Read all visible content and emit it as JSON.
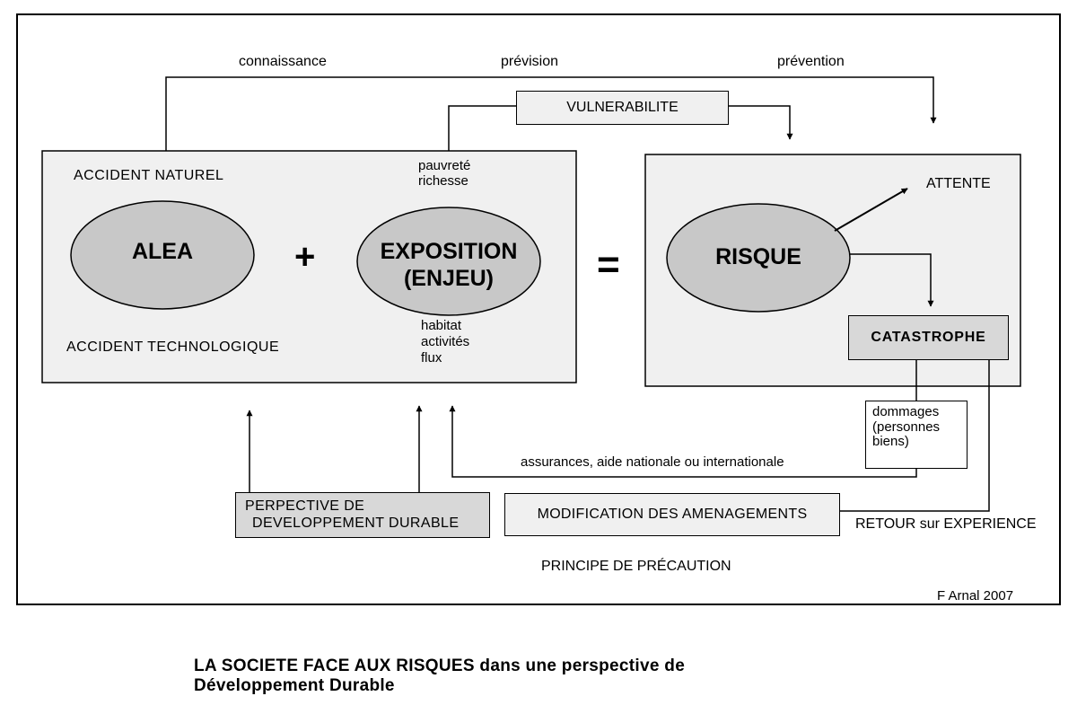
{
  "arrows": {
    "connaissance": "connaissance",
    "prevision": "prévision",
    "prevention": "prévention"
  },
  "vulnerabilite": "VULNERABILITE",
  "left_box": {
    "accident_naturel": "ACCIDENT  NATUREL",
    "accident_technologique": "ACCIDENT  TECHNOLOGIQUE",
    "alea": "ALEA",
    "plus": "+",
    "exposition_line1": "EXPOSITION",
    "exposition_line2": "(ENJEU)",
    "top_notes": [
      "pauvreté",
      "richesse"
    ],
    "bottom_notes": [
      "habitat",
      "activités",
      "flux"
    ]
  },
  "equals": "=",
  "right_box": {
    "risque": "RISQUE",
    "attente": "ATTENTE",
    "catastrophe": "CATASTROPHE"
  },
  "dommages": [
    "dommages",
    "(personnes",
    "biens)"
  ],
  "assurances": "assurances, aide nationale ou  internationale",
  "perspective": [
    "PERPECTIVE DE",
    "DEVELOPPEMENT DURABLE"
  ],
  "modification": "MODIFICATION  DES  AMENAGEMENTS",
  "retour": "RETOUR sur EXPERIENCE",
  "principe": "PRINCIPE DE PRÉCAUTION",
  "credit": "F Arnal 2007",
  "caption": [
    "LA  SOCIETE FACE AUX RISQUES dans une perspective de",
    "Développement  Durable"
  ],
  "colors": {
    "panel": "#f0f0f0",
    "ellipse": "#c8c8c8",
    "dark_box": "#d8d8d8",
    "line": "#000000"
  }
}
